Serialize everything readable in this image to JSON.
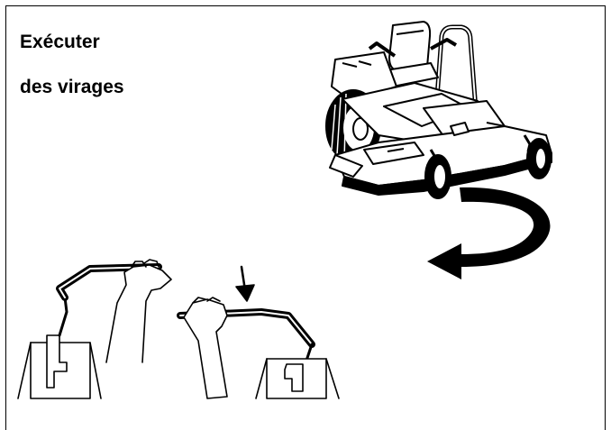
{
  "page": {
    "title_line1": "Exécuter",
    "title_line2": "des virages"
  },
  "illustration": {
    "mower_icon": "zero-turn-riding-mower",
    "arrow_icon": "curved-turn-arrow",
    "push_arrow_icon": "down-arrow",
    "controls_icon": "motion-control-levers-with-hands"
  }
}
